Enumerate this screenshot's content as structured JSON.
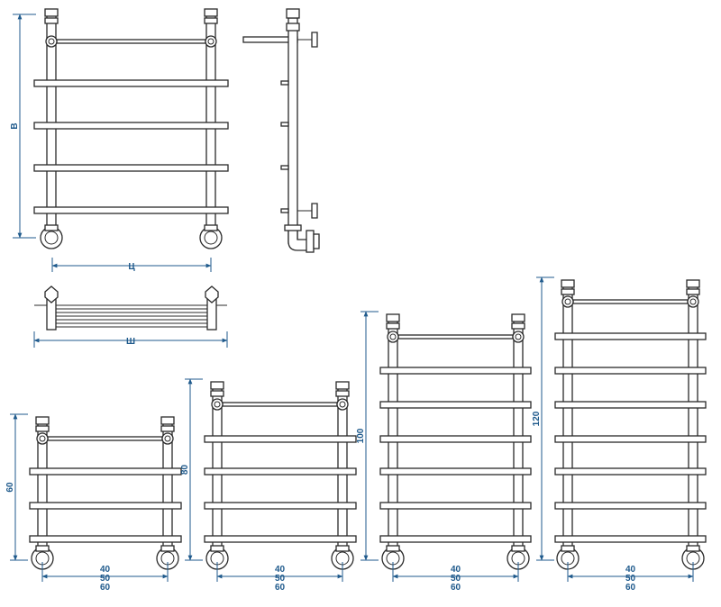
{
  "colors": {
    "line": "#2a2a2a",
    "dimension": "#1f5a8c",
    "background": "#ffffff"
  },
  "labels": {
    "height": "В",
    "center_distance": "Ц",
    "width": "Ш"
  },
  "variants": [
    {
      "height": "60",
      "widths": [
        "40",
        "50",
        "60"
      ],
      "shelves": 3
    },
    {
      "height": "80",
      "widths": [
        "40",
        "50",
        "60"
      ],
      "shelves": 4
    },
    {
      "height": "100",
      "widths": [
        "40",
        "50",
        "60"
      ],
      "shelves": 6
    },
    {
      "height": "120",
      "widths": [
        "40",
        "50",
        "60"
      ],
      "shelves": 7
    }
  ]
}
